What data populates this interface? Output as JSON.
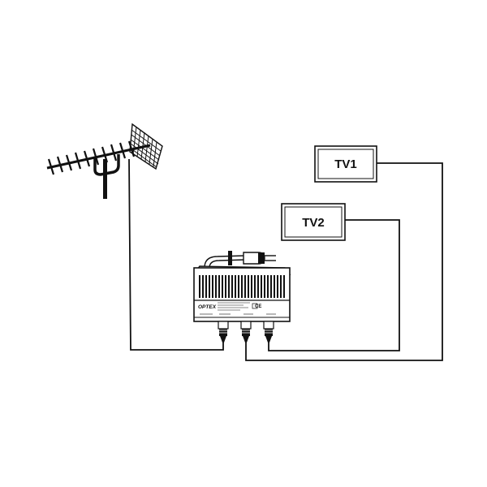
{
  "diagram": {
    "tv1": {
      "label": "TV1"
    },
    "tv2": {
      "label": "TV2"
    },
    "amplifier": {
      "brand": "OPTEX",
      "mark": "CE"
    }
  },
  "colors": {
    "line": "#111111",
    "background": "#ffffff"
  },
  "icons": {
    "antenna": "yagi-antenna-icon",
    "plug": "power-plug-icon",
    "amplifier": "distribution-amplifier-icon"
  }
}
